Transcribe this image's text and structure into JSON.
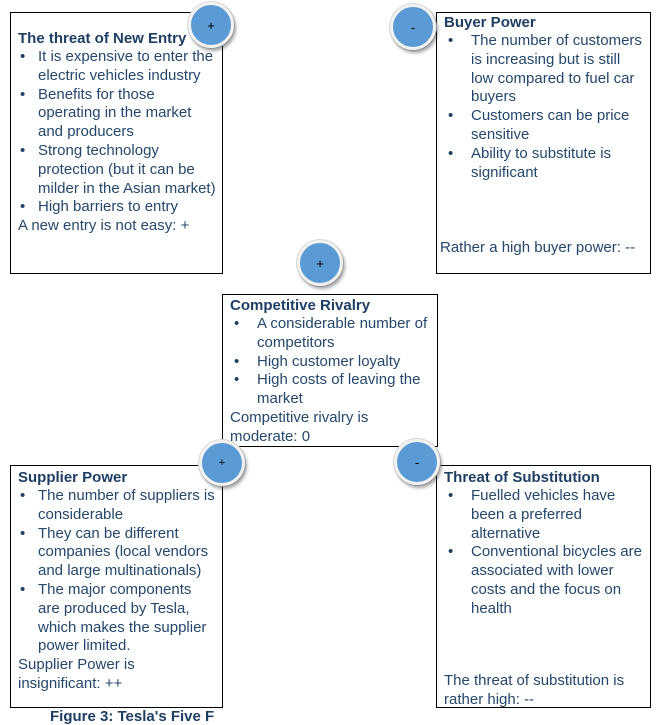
{
  "forces": {
    "new_entry": {
      "title": "The threat of New Entry",
      "bullets": [
        "It is expensive to enter the electric vehicles industry",
        "Benefits for those operating in the market and producers",
        "Strong technology protection (but it can be milder in the Asian market)",
        "High barriers to entry"
      ],
      "summary": "A new entry is not easy: +",
      "sign": "+"
    },
    "buyer_power": {
      "title": "Buyer Power",
      "bullets": [
        "The number of customers is increasing but is still low compared to fuel car buyers",
        "Customers can be price sensitive",
        "Ability to substitute is significant"
      ],
      "summary": "Rather a high buyer power: --",
      "sign": "-"
    },
    "rivalry": {
      "title": "Competitive Rivalry",
      "bullets": [
        "A considerable number of competitors",
        "High customer loyalty",
        "High costs of leaving the market"
      ],
      "summary": "Competitive rivalry is moderate: 0",
      "sign": "+"
    },
    "supplier_power": {
      "title": "Supplier Power",
      "bullets": [
        "The number of suppliers is considerable",
        "They can be different companies (local vendors and large multinationals)",
        "The major components are produced by Tesla, which makes the supplier power limited."
      ],
      "summary": "Supplier Power is insignificant: ++",
      "sign": "+"
    },
    "substitution": {
      "title": "Threat of Substitution",
      "bullets": [
        "Fuelled vehicles have been a preferred alternative",
        "Conventional bicycles are associated with lower costs and the focus on health"
      ],
      "summary": "The threat of substitution is rather high: --",
      "sign": "-"
    }
  },
  "caption": "Figure 3: Tesla's Five F",
  "colors": {
    "circle_fill": "#5b9bd5",
    "text": "#24476b",
    "border": "#000000"
  }
}
